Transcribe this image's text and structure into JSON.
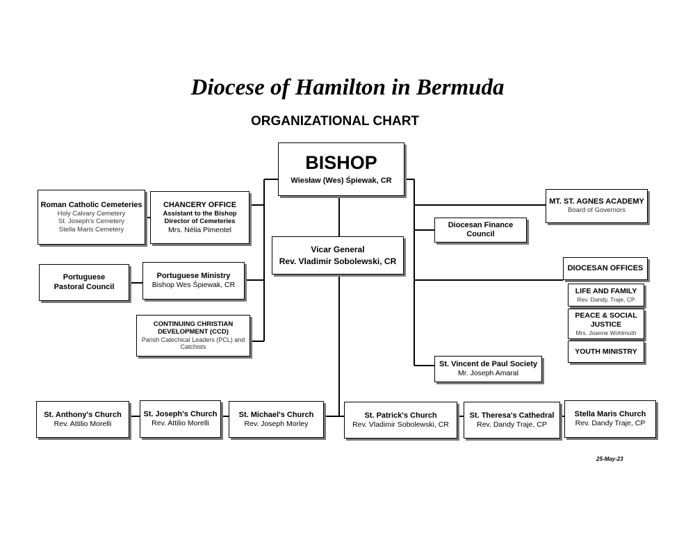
{
  "title": "Diocese of Hamilton in Bermuda",
  "subtitle": "ORGANIZATIONAL CHART",
  "bishop": {
    "title": "BISHOP",
    "name": "Wiesław (Wes) Śpiewak, CR"
  },
  "cemeteries": {
    "title": "Roman Catholic Cemeteries",
    "items": [
      "Holy Calvary Cemetery",
      "St. Joseph's Cemetery",
      "Stella Maris Cemetery"
    ]
  },
  "chancery": {
    "title": "CHANCERY OFFICE",
    "line1": "Assistant to the Bishop",
    "line2": "Director of Cemeteries",
    "name": "Mrs. Nélia Pimentel"
  },
  "vicar": {
    "title": "Vicar General",
    "name": "Rev. Vladimir Sobolewski, CR"
  },
  "finance": {
    "line1": "Diocesan Finance",
    "line2": "Council"
  },
  "academy": {
    "title": "MT. ST. AGNES ACADEMY",
    "sub": "Board of Governors"
  },
  "pastoral": {
    "line1": "Portuguese",
    "line2": "Pastoral Council"
  },
  "portuguese_ministry": {
    "title": "Portuguese Ministry",
    "name": "Bishop Wes Śpiewak, CR"
  },
  "ccd": {
    "line1": "CONTINUING CHRISTIAN",
    "line2": "DEVELOPMENT (CCD)",
    "sub1": "Parish Catechical Leaders (PCL) and",
    "sub2": "Catchists"
  },
  "diocesan_offices": {
    "title": "DIOCESAN OFFICES",
    "life": {
      "title": "LIFE AND FAMILY",
      "sub": "Rev. Dandy, Traje, CP"
    },
    "peace": {
      "line1": "PEACE & SOCIAL",
      "line2": "JUSTICE",
      "sub": "Mrs. Joanne Wohlmuth"
    },
    "youth": {
      "title": "YOUTH MINISTRY"
    }
  },
  "vincent": {
    "title": "St. Vincent de Paul Society",
    "name": "Mr.  Joseph Amaral"
  },
  "churches": [
    {
      "name": "St. Anthony's Church",
      "pastor": "Rev. Attilio Morelli"
    },
    {
      "name": "St. Joseph's Church",
      "pastor": "Rev. Attilio Morelli"
    },
    {
      "name": "St. Michael's Church",
      "pastor": "Rev.  Joseph Morley"
    },
    {
      "name": "St. Patrick's Church",
      "pastor": "Rev. Vladimir Sobolewski, CR"
    },
    {
      "name": "St. Theresa's Cathedral",
      "pastor": "Rev. Dandy Traje, CP"
    },
    {
      "name": "Stella Maris Church",
      "pastor": "Rev. Dandy Traje, CP"
    }
  ],
  "date": "25-May-23"
}
